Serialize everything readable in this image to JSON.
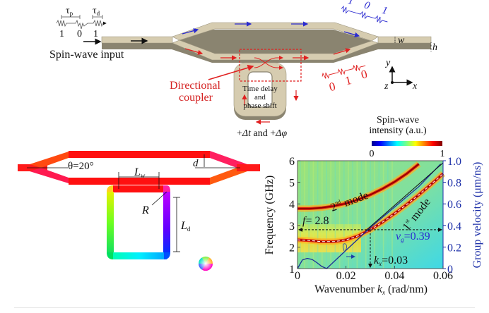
{
  "top_panel": {
    "input_label": "Spin-wave input",
    "tau_p": "τ",
    "tau_p_sub": "p",
    "tau_d": "τ",
    "tau_d_sub": "d",
    "input_bits": [
      "1",
      "0",
      "1"
    ],
    "upper_output_bits": [
      "1",
      "0",
      "1"
    ],
    "lower_output_bits": [
      "0",
      "1",
      "0"
    ],
    "coupler_label_line1": "Directional",
    "coupler_label_line2": "coupler",
    "ring_label_line1": "Time delay",
    "ring_label_line2": "and",
    "ring_label_line3": "phase shift",
    "delay_caption_a": "+",
    "delay_caption_dt": "Δt",
    "delay_caption_and": " and +",
    "delay_caption_dphi": "Δφ",
    "width_label": "w",
    "height_label": "h",
    "axis_x": "x",
    "axis_y": "y",
    "axis_z": "z",
    "colors": {
      "waveguide": "#d6ccb0",
      "waveguide_side": "#8a8470",
      "upper_path": "#2a2ad0",
      "lower_path": "#e02020",
      "input_arrow": "#111111"
    }
  },
  "geometry_panel": {
    "theta_label": "θ=20°",
    "d_label": "d",
    "Lw_label": "L",
    "Lw_sub": "w",
    "R_label": "R",
    "Ld_label": "L",
    "Ld_sub": "d"
  },
  "colorbar": {
    "title_line1": "Spin-wave",
    "title_line2": "intensity (a.u.)",
    "min_label": "0",
    "max_label": "1",
    "colormap": "jet"
  },
  "chart_data": {
    "type": "heatmap",
    "title": "",
    "xlabel": "Wavenumber k_x (rad/nm)",
    "ylabel": "Frequency (GHz)",
    "y2label": "Group velocity (μm/ns)",
    "xlim": [
      0,
      0.06
    ],
    "ylim": [
      1,
      6
    ],
    "y2lim": [
      0,
      1.0
    ],
    "xticks": [
      "0",
      "0.02",
      "0.04",
      "0.06"
    ],
    "yticks": [
      "1",
      "2",
      "3",
      "4",
      "5",
      "6"
    ],
    "y2ticks": [
      "0",
      "0.2",
      "0.4",
      "0.6",
      "0.8",
      "1.0"
    ],
    "series": [
      {
        "name": "1st mode",
        "x": [
          0,
          0.005,
          0.01,
          0.015,
          0.02,
          0.025,
          0.03,
          0.035,
          0.04,
          0.045,
          0.05,
          0.055,
          0.06
        ],
        "y": [
          2.33,
          2.3,
          2.25,
          2.25,
          2.33,
          2.52,
          2.8,
          3.15,
          3.55,
          3.97,
          4.42,
          4.9,
          5.4
        ]
      },
      {
        "name": "2nd mode",
        "x": [
          0,
          0.005,
          0.01,
          0.015,
          0.02,
          0.025,
          0.03,
          0.035,
          0.04,
          0.045,
          0.05
        ],
        "y": [
          3.78,
          3.78,
          3.82,
          3.9,
          4.02,
          4.2,
          4.42,
          4.7,
          5.02,
          5.4,
          5.85
        ]
      },
      {
        "name": "group velocity",
        "axis": "right",
        "x": [
          0,
          0.002,
          0.004,
          0.006,
          0.008,
          0.01,
          0.012,
          0.02,
          0.03,
          0.04,
          0.05,
          0.059
        ],
        "y": [
          0.0,
          0.08,
          0.095,
          0.085,
          0.055,
          0.02,
          0.0,
          0.17,
          0.38,
          0.57,
          0.76,
          0.97
        ]
      }
    ],
    "annotations": {
      "second_mode": "2nd mode",
      "second_mode_base": "2",
      "second_mode_sup": "nd",
      "first_mode_base": "1",
      "first_mode_sup": "st",
      "mode_word": "mode",
      "f_label": "f = 2.8",
      "f_italic": "f",
      "f_value": "= 2.8",
      "vg_italic": "v",
      "vg_sub": "g",
      "vg_value": "=0.39",
      "kx_italic": "k",
      "kx_sub": "x",
      "kx_value": "=0.03"
    },
    "markers": {
      "f": 2.8,
      "kx": 0.03,
      "vg": 0.39
    }
  }
}
